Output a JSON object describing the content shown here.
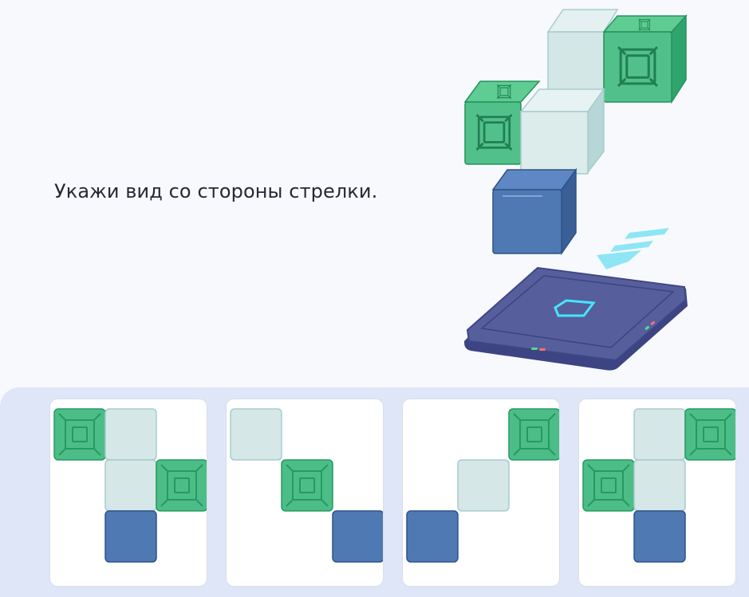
{
  "question": {
    "text": "Укажи вид со стороны стрелки."
  },
  "colors": {
    "green": "#4dbd87",
    "green_stroke": "#249a63",
    "light": "#d6e7e7",
    "light_stroke": "#a8cccd",
    "blue": "#4f79b3",
    "blue_stroke": "#2f528a",
    "pad": "#565f9c",
    "arrow": "#8ee6f5"
  },
  "scene": {
    "blocks": [
      "green-crate",
      "light-cube",
      "green-crate",
      "light-cube",
      "blue-cube"
    ],
    "base": "scanner-pad"
  },
  "options": [
    {
      "id": "option-1",
      "cells": [
        [
          "green",
          "light",
          null
        ],
        [
          null,
          "light",
          "green"
        ],
        [
          null,
          "blue",
          null
        ]
      ]
    },
    {
      "id": "option-2",
      "cells": [
        [
          "light",
          null,
          null
        ],
        [
          null,
          "green",
          null
        ],
        [
          null,
          null,
          "blue"
        ]
      ]
    },
    {
      "id": "option-3",
      "cells": [
        [
          null,
          null,
          "green"
        ],
        [
          null,
          "light",
          null
        ],
        [
          "blue",
          null,
          null
        ]
      ]
    },
    {
      "id": "option-4",
      "cells": [
        [
          null,
          "light",
          "green"
        ],
        [
          "green",
          "light",
          null
        ],
        [
          null,
          "blue",
          null
        ]
      ]
    }
  ]
}
